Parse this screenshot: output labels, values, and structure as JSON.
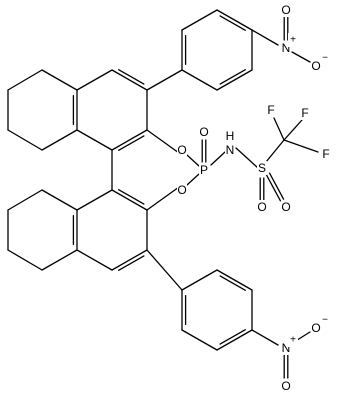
{
  "molecule": {
    "atoms": {
      "oxygen": "O",
      "phosphorus": "P",
      "nitrogen": "N",
      "sulfur": "S",
      "fluorine": "F",
      "hydrogen_on_n": "H",
      "nitro_n": "N",
      "plus": "+",
      "minus": "−"
    }
  }
}
